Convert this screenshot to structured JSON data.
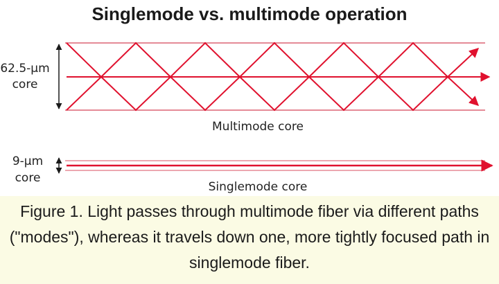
{
  "title": "Singlemode vs. multimode operation",
  "multimode": {
    "size_label_line1": "62.5-µm",
    "size_label_line2": "core",
    "core_label": "Multimode core"
  },
  "singlemode": {
    "size_label_line1": "9-µm",
    "size_label_line2": "core",
    "core_label": "Singlemode core"
  },
  "caption": {
    "figure_label": "Figure 1.",
    "text": "Light passes through multimode fiber via different paths (\"modes\"), whereas it travels down one, more tightly focused path in singlemode fiber."
  },
  "colors": {
    "light_ray": "#e0112e",
    "core_boundary": "#e58a96",
    "dimension": "#1a1a1a",
    "caption_bg": "#fbfbe4"
  }
}
